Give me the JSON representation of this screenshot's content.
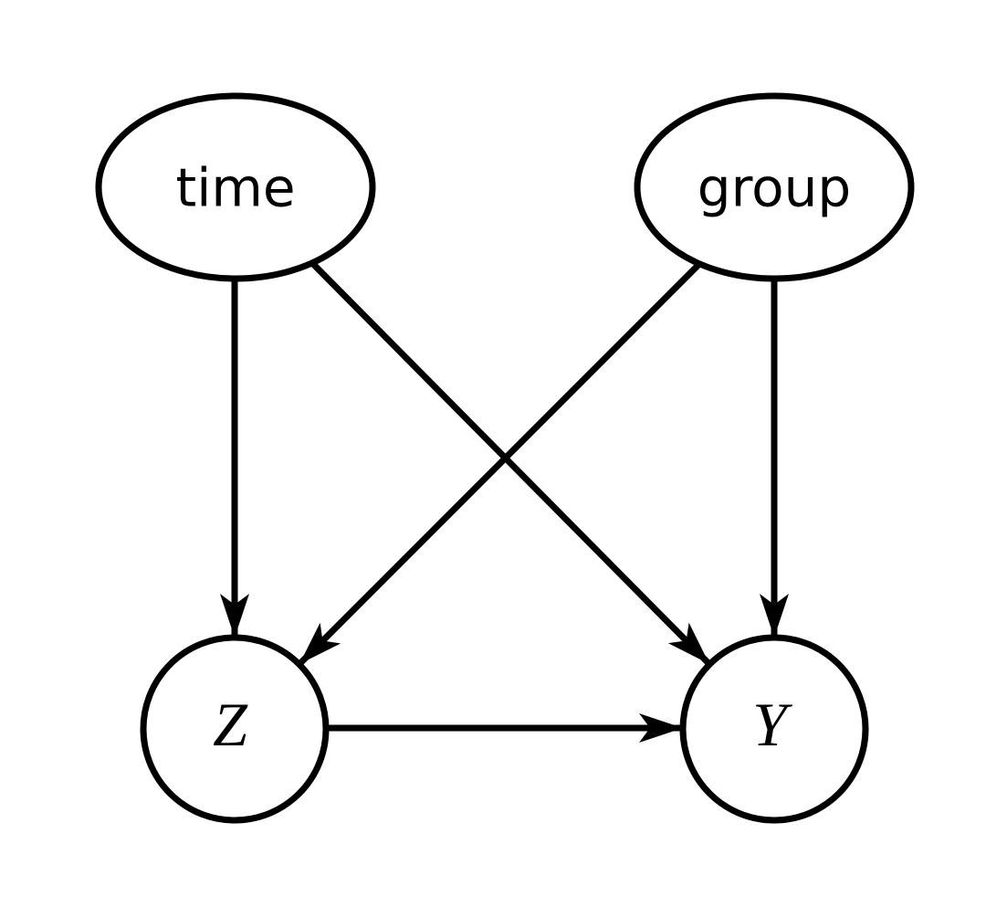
{
  "diagram": {
    "type": "directed-graph",
    "background_color": "#ffffff",
    "stroke_color": "#000000",
    "nodes": [
      {
        "id": "time",
        "label": "time",
        "shape": "ellipse"
      },
      {
        "id": "group",
        "label": "group",
        "shape": "ellipse"
      },
      {
        "id": "Z",
        "label": "Z",
        "shape": "circle"
      },
      {
        "id": "Y",
        "label": "Y",
        "shape": "circle"
      }
    ],
    "edges": [
      {
        "from": "time",
        "to": "Z"
      },
      {
        "from": "time",
        "to": "Y"
      },
      {
        "from": "group",
        "to": "Z"
      },
      {
        "from": "group",
        "to": "Y"
      },
      {
        "from": "Z",
        "to": "Y"
      }
    ]
  }
}
